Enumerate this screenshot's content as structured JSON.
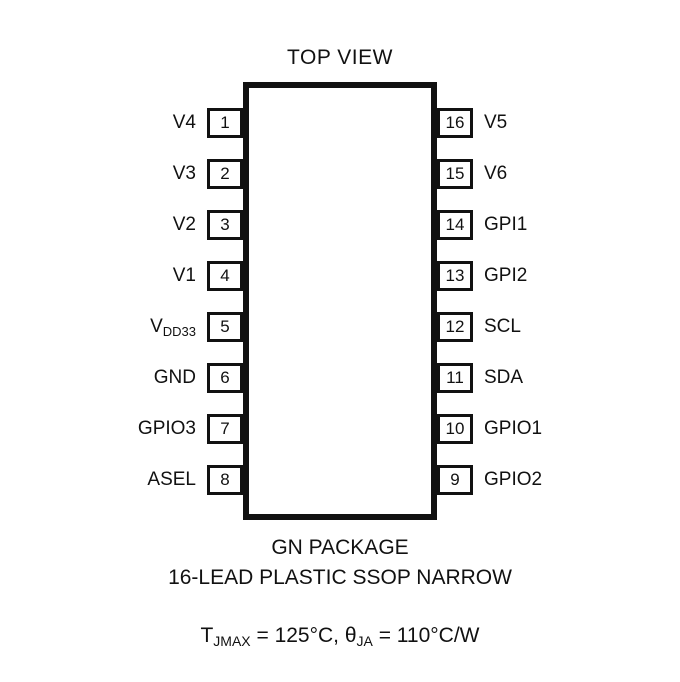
{
  "title": "TOP VIEW",
  "package": {
    "line1": "GN PACKAGE",
    "line2": "16-LEAD PLASTIC SSOP NARROW"
  },
  "thermal": {
    "p1": "T",
    "s1": "JMAX",
    "p2": " = 125°C, θ",
    "s2": "JA",
    "p3": " = 110°C/W"
  },
  "pins": {
    "left": [
      {
        "number": "1",
        "main": "V4",
        "sub": ""
      },
      {
        "number": "2",
        "main": "V3",
        "sub": ""
      },
      {
        "number": "3",
        "main": "V2",
        "sub": ""
      },
      {
        "number": "4",
        "main": "V1",
        "sub": ""
      },
      {
        "number": "5",
        "main": "V",
        "sub": "DD33"
      },
      {
        "number": "6",
        "main": "GND",
        "sub": ""
      },
      {
        "number": "7",
        "main": "GPIO3",
        "sub": ""
      },
      {
        "number": "8",
        "main": "ASEL",
        "sub": ""
      }
    ],
    "right": [
      {
        "number": "16",
        "main": "V5",
        "sub": ""
      },
      {
        "number": "15",
        "main": "V6",
        "sub": ""
      },
      {
        "number": "14",
        "main": "GPI1",
        "sub": ""
      },
      {
        "number": "13",
        "main": "GPI2",
        "sub": ""
      },
      {
        "number": "12",
        "main": "SCL",
        "sub": ""
      },
      {
        "number": "11",
        "main": "SDA",
        "sub": ""
      },
      {
        "number": "10",
        "main": "GPIO1",
        "sub": ""
      },
      {
        "number": "9",
        "main": "GPIO2",
        "sub": ""
      }
    ]
  },
  "colors": {
    "ink": "#111111",
    "background": "#ffffff"
  }
}
